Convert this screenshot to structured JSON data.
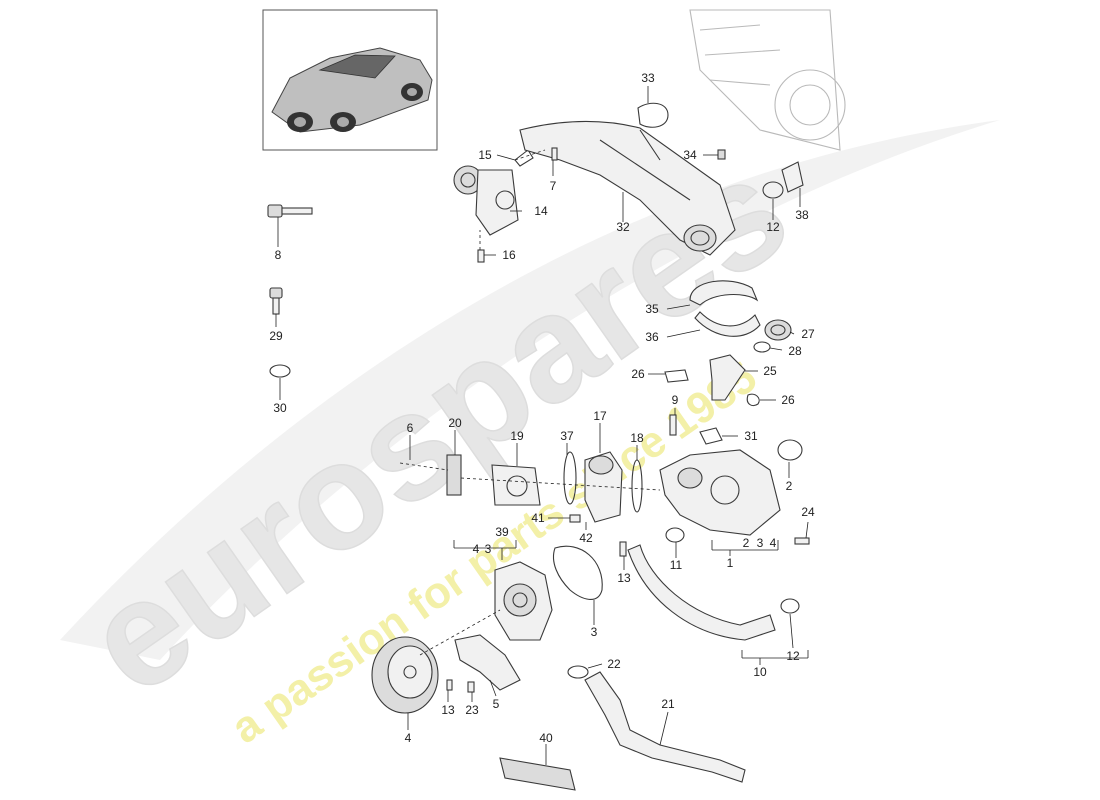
{
  "watermark": {
    "brand": "eurospares",
    "tagline": "a passion for parts since 1985",
    "brand_color": "#e6e6e6",
    "tagline_color": "#f3f0a8"
  },
  "callouts": {
    "c1": "1",
    "c2": "2",
    "c2b": "2",
    "c3": "3",
    "c3b": "3",
    "c3c": "3",
    "c4": "4",
    "c4b": "4",
    "c4c": "4",
    "c5": "5",
    "c6": "6",
    "c7": "7",
    "c8": "8",
    "c9": "9",
    "c10": "10",
    "c11": "11",
    "c12": "12",
    "c12b": "12",
    "c13": "13",
    "c13b": "13",
    "c14": "14",
    "c15": "15",
    "c16": "16",
    "c17": "17",
    "c18": "18",
    "c19": "19",
    "c20": "20",
    "c21": "21",
    "c22": "22",
    "c23": "23",
    "c24": "24",
    "c25": "25",
    "c26": "26",
    "c26b": "26",
    "c27": "27",
    "c28": "28",
    "c29": "29",
    "c30": "30",
    "c31": "31",
    "c32": "32",
    "c33": "33",
    "c34": "34",
    "c35": "35",
    "c36": "36",
    "c37": "37",
    "c38": "38",
    "c39": "39",
    "c40": "40",
    "c41": "41",
    "c42": "42"
  }
}
